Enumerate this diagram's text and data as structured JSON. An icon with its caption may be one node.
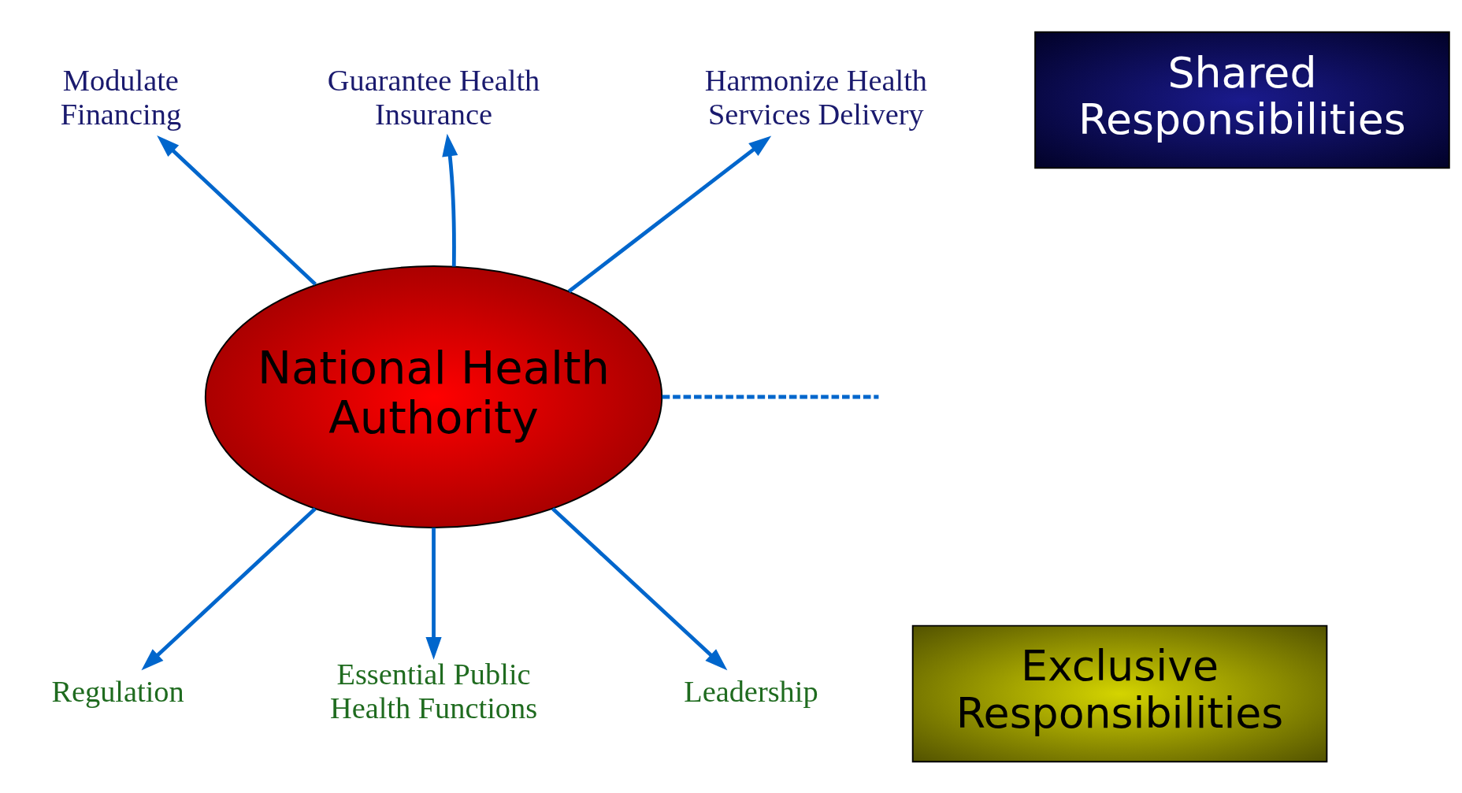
{
  "diagram": {
    "nodes": [
      {
        "text": [
          "National Health Authority"
        ]
      },
      {
        "text": [
          "Modulate Financing"
        ]
      },
      {
        "text": [
          "Guarantee Health Insurance"
        ]
      },
      {
        "text": [
          "Harmonize Health Services Delivery"
        ]
      },
      {
        "text": [
          "Regulation"
        ]
      },
      {
        "text": [
          "Essential Public Health Functions"
        ]
      },
      {
        "text": [
          "Leadership"
        ]
      },
      {
        "text": [
          "Shared Responsibilities"
        ]
      },
      {
        "text": [
          "Exclusive Responsibilities"
        ]
      }
    ],
    "edges": [
      {
        "from": 0,
        "to": 1,
        "arrow": "to",
        "color": "#0066cc"
      },
      {
        "from": 0,
        "to": 2,
        "arrow": "to",
        "color": "#0066cc"
      },
      {
        "from": 0,
        "to": 3,
        "arrow": "to",
        "color": "#0066cc"
      },
      {
        "from": 0,
        "to": 4,
        "arrow": "to",
        "color": "#0066cc"
      },
      {
        "from": 0,
        "to": 5,
        "arrow": "to",
        "color": "#0066cc"
      },
      {
        "from": 0,
        "to": 6,
        "arrow": "to",
        "color": "#0066cc"
      },
      {
        "from": 0,
        "to": null,
        "arrow": "none",
        "style": "dashed",
        "color": "#0066cc"
      }
    ]
  }
}
